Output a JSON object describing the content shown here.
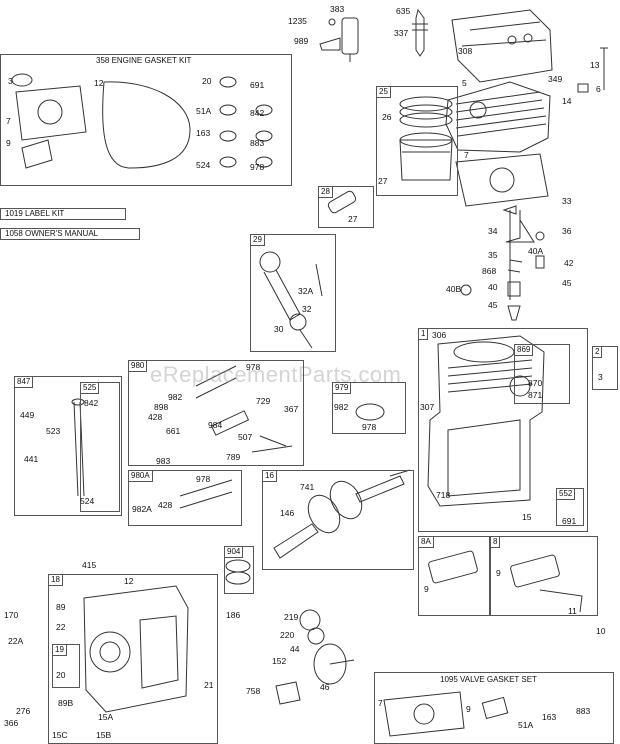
{
  "watermark": "eReplacementParts.com",
  "kits": {
    "engine_gasket_kit": "358 ENGINE GASKET KIT",
    "label_kit": "1019 LABEL KIT",
    "owners_manual": "1058 OWNER'S MANUAL",
    "valve_gasket_set": "1095 VALVE GASKET SET"
  },
  "group_tags": {
    "g25": "25",
    "g28": "28",
    "g29": "29",
    "g1": "1",
    "g2": "2",
    "g847": "847",
    "g525": "525",
    "g980": "980",
    "g979": "979",
    "g869": "869",
    "g552": "552",
    "g980A": "980A",
    "g16": "16",
    "g8A": "8A",
    "g8": "8",
    "g904": "904",
    "g18": "18",
    "g19": "19"
  },
  "callouts": {
    "c383": "383",
    "c1235": "1235",
    "c989": "989",
    "c635": "635",
    "c337": "337",
    "c308": "308",
    "c13": "13",
    "c349": "349",
    "c5": "5",
    "c6": "6",
    "c14": "14",
    "c3a": "3",
    "c12a": "12",
    "c20a": "20",
    "c691a": "691",
    "c7a": "7",
    "c51Aa": "51A",
    "c842a": "842",
    "c163a": "163",
    "c883a": "883",
    "c9a": "9",
    "c524a": "524",
    "c978a": "978",
    "c26": "26",
    "c27a": "27",
    "c7b": "7",
    "c27b": "27",
    "c33": "33",
    "c36": "36",
    "c34": "34",
    "c40A": "40A",
    "c35": "35",
    "c42": "42",
    "c868": "868",
    "c45a": "45",
    "c40B": "40B",
    "c40": "40",
    "c45b": "45",
    "c32A": "32A",
    "c32": "32",
    "c30": "30",
    "c306": "306",
    "c3b": "3",
    "c870": "870",
    "c871": "871",
    "c307": "307",
    "c718": "718",
    "c15a": "15",
    "c691b": "691",
    "c449": "449",
    "c842b": "842",
    "c523": "523",
    "c441": "441",
    "c524b": "524",
    "c978b": "978",
    "c982a": "982",
    "c898": "898",
    "c428a": "428",
    "c729": "729",
    "c367": "367",
    "c661": "661",
    "c984": "984",
    "c507": "507",
    "c983": "983",
    "c789": "789",
    "c982b": "982",
    "c978c": "978",
    "c978d": "978",
    "c428b": "428",
    "c982A": "982A",
    "c741": "741",
    "c146": "146",
    "c9b": "9",
    "c9c": "9",
    "c11": "11",
    "c10": "10",
    "c415": "415",
    "c12b": "12",
    "c186": "186",
    "c170": "170",
    "c89a": "89",
    "c22": "22",
    "c22A": "22A",
    "c20b": "20",
    "c21": "21",
    "c276": "276",
    "c366": "366",
    "c89B": "89B",
    "c15A": "15A",
    "c15C": "15C",
    "c15B": "15B",
    "c219": "219",
    "c220": "220",
    "c44": "44",
    "c152": "152",
    "c758": "758",
    "c46": "46",
    "c7c": "7",
    "c9d": "9",
    "c51Ab": "51A",
    "c163b": "163",
    "c883b": "883"
  }
}
